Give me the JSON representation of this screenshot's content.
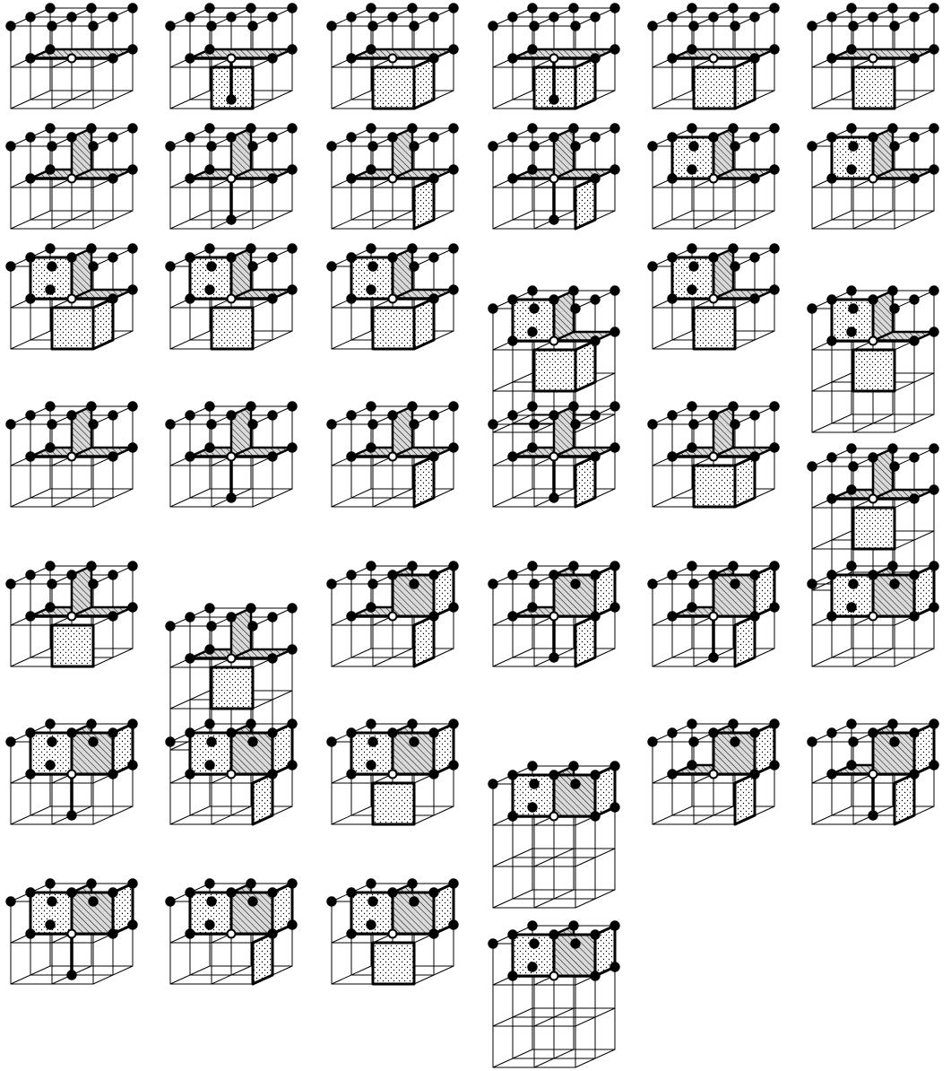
{
  "figure": {
    "caption": "",
    "colors": {
      "stroke": "#000000",
      "background": "#ffffff",
      "node_fill": "#000000",
      "center_node_fill": "#ffffff",
      "hatched_face": "#000000",
      "dotted_face": "#000000",
      "shaded_face": "#d9d9d9"
    },
    "legend": [],
    "rows": [
      {
        "panels": [
          {
            "variant": "plane"
          },
          {
            "variant": "plane-stem-front"
          },
          {
            "variant": "plane-front-right-cube"
          },
          {
            "variant": "plane-front-right-cube-stem"
          },
          {
            "variant": "plane-front-double-cube"
          },
          {
            "variant": "plane-front-cube"
          }
        ]
      },
      {
        "panels": [
          {
            "variant": "vertical-plane"
          },
          {
            "variant": "vertical-plane-stem"
          },
          {
            "variant": "vertical-plane-right-cube"
          },
          {
            "variant": "vertical-plane-right-cube-stem"
          },
          {
            "variant": "vertical-plane-left-cube"
          },
          {
            "variant": "vertical-plane-left-cube-bold"
          }
        ]
      },
      {
        "panels": [
          {
            "variant": "corner-left-cube-front-right"
          },
          {
            "variant": "corner-left-cube-front"
          },
          {
            "variant": "corner-left-cube-front-double"
          },
          {
            "variant": "corner-tall-front-double"
          },
          {
            "variant": "corner-left-cube-front-cube"
          },
          {
            "variant": "corner-tall-front-cube"
          }
        ]
      },
      {
        "panels": [
          {
            "variant": "back-cube-plane"
          },
          {
            "variant": "back-cube-plane-stem"
          },
          {
            "variant": "back-cube-plane-right"
          },
          {
            "variant": "back-cube-plane-right-stem"
          },
          {
            "variant": "back-cube-plane-front-double"
          },
          {
            "variant": "back-cube-plane-tall-front"
          }
        ]
      },
      {
        "panels": [
          {
            "variant": "back-cube-plane-front-cube"
          },
          {
            "variant": "back-cube-plane-tall-front-cube"
          },
          {
            "variant": "upper-right-block"
          },
          {
            "variant": "upper-right-block-stem"
          },
          {
            "variant": "upper-right-block-right-stem"
          },
          {
            "variant": "upper-full-block"
          }
        ]
      },
      {
        "panels": [
          {
            "variant": "upper-full-block-stem"
          },
          {
            "variant": "upper-full-block-right"
          },
          {
            "variant": "upper-full-block-front"
          },
          {
            "variant": "upper-full-block-tall"
          },
          {
            "variant": "top-cube-lower-right"
          },
          {
            "variant": "top-cube-lower-right-stem"
          }
        ]
      },
      {
        "panels": [
          {
            "variant": "stack-full-stem"
          },
          {
            "variant": "stack-full-right"
          },
          {
            "variant": "stack-full-front"
          },
          {
            "variant": "stack-full-tall"
          }
        ]
      }
    ]
  }
}
